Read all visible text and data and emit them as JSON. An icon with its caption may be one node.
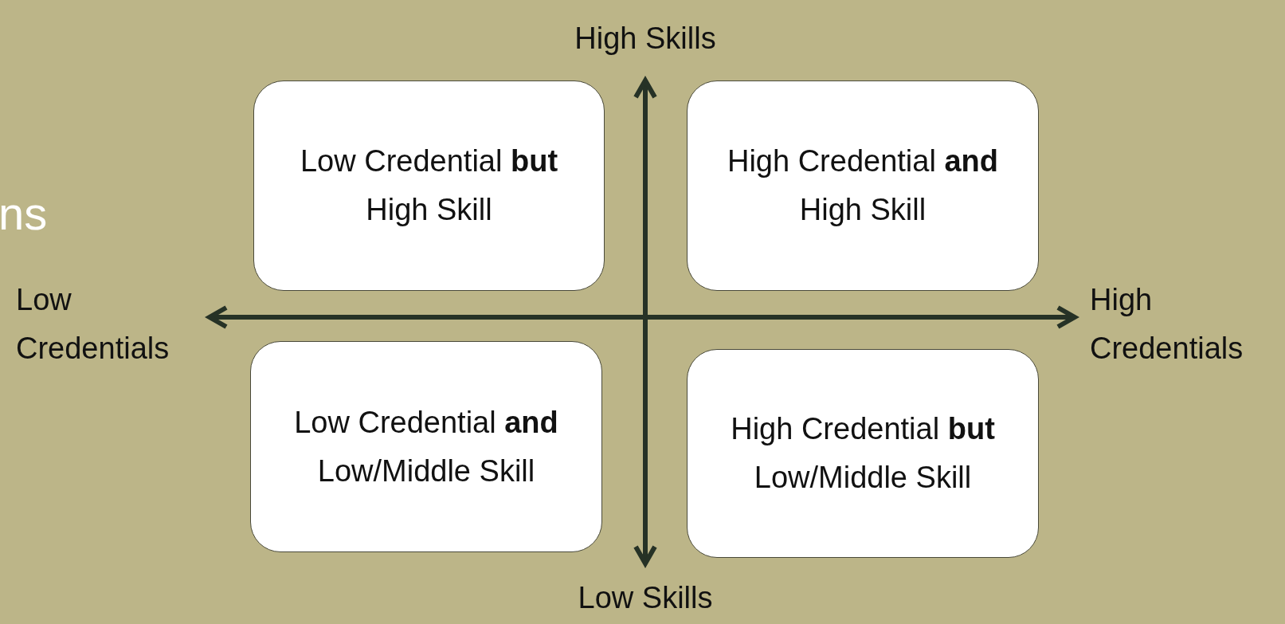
{
  "diagram": {
    "nodes": [
      {
        "text": [
          "Low Credential **but** High Skill"
        ]
      },
      {
        "text": [
          "High Credential **and** High Skill"
        ]
      },
      {
        "text": [
          "Low Credential **and** Low/Middle Skill"
        ]
      },
      {
        "text": [
          "High Credential **but** Low/Middle Skill"
        ]
      }
    ],
    "edges": [],
    "labels": [
      "High Skills",
      "ns",
      "Low Credentials",
      "High Credentials",
      "Low Skills"
    ]
  }
}
